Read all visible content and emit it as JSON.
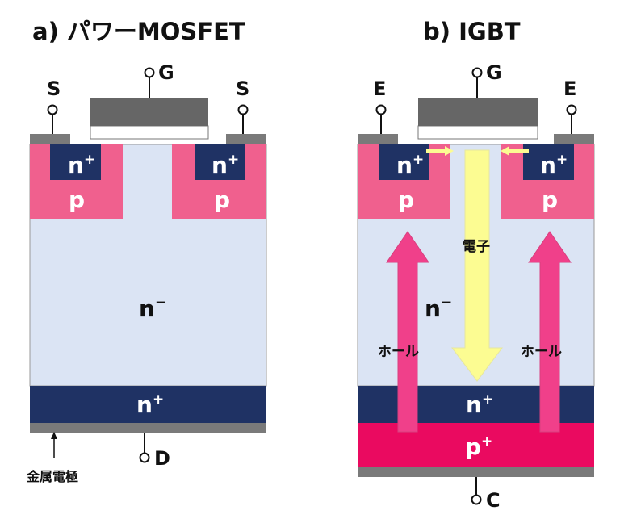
{
  "panels": {
    "mosfet": {
      "title": "a) パワーMOSFET",
      "gate": "G",
      "source_left": "S",
      "source_right": "S",
      "drain": "D",
      "nplus_left": "n",
      "nplus_right": "n",
      "p_left": "p",
      "p_right": "p",
      "drift": "n",
      "buffer": "n",
      "electrode_note": "金属電極"
    },
    "igbt": {
      "title": "b) IGBT",
      "gate": "G",
      "emitter_left": "E",
      "emitter_right": "E",
      "collector": "C",
      "nplus_left": "n",
      "nplus_right": "n",
      "p_left": "p",
      "p_right": "p",
      "drift": "n",
      "buffer": "n",
      "collector_layer": "p",
      "electron_label": "電子",
      "hole_label_left": "ホール",
      "hole_label_right": "ホール"
    }
  },
  "superscripts": {
    "plus": "+",
    "minus": "−"
  },
  "colors": {
    "drift": "#dbe4f4",
    "p_region": "#f0608e",
    "nplus": "#1f3264",
    "pplus": "#ea0a60",
    "metal": "#7a7a7a",
    "gate": "#666666",
    "electron_arrow": "#fcfc92",
    "hole_arrow": "#f0408a",
    "outline": "#999999"
  }
}
